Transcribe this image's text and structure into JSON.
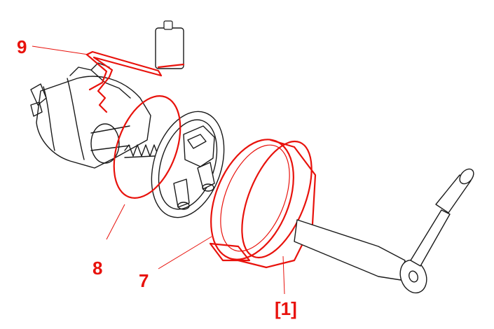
{
  "callouts": {
    "c9": "9",
    "c8": "8",
    "c7": "7",
    "c1": "[1]"
  },
  "colors": {
    "highlight": "#e8120c",
    "outline": "#1a1a1a",
    "background": "#ffffff"
  }
}
